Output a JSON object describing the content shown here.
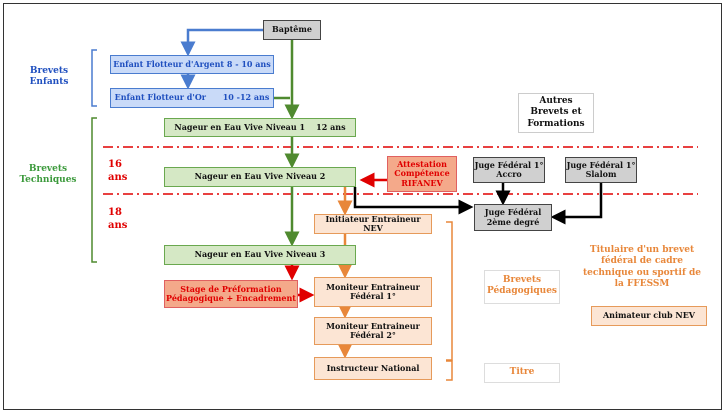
{
  "boxes": {
    "bapteme": "Baptême",
    "flotteur_argent": "Enfant Flotteur d'Argent 8 - 10 ans",
    "flotteur_or": "Enfant Flotteur d'Or      10 -12 ans",
    "nageur_1": "Nageur en Eau Vive Niveau 1    12 ans",
    "nageur_2": "Nageur en Eau Vive Niveau 2",
    "nageur_3": "Nageur en Eau Vive Niveau 3",
    "attestation": "Attestation Compétence RIFANEV",
    "juge_accro": "Juge Fédéral 1° Accro",
    "juge_slalom": "Juge Fédéral 1° Slalom",
    "juge_2eme": "Juge Fédéral 2ème degré",
    "initiateur": "Initiateur Entraineur NEV",
    "stage": "Stage de Préformation Pédagogique + Encadrement",
    "moniteur_1": "Moniteur Entraineur Fédéral 1°",
    "moniteur_2": "Moniteur Entraineur Fédéral 2°",
    "instructeur": "Instructeur National",
    "animateur": "Animateur club NEV"
  },
  "labels": {
    "brevets_enfants": "Brevets Enfants",
    "brevets_techniques": "Brevets Techniques",
    "age_16": "16 ans",
    "age_18": "18 ans",
    "autres": "Autres Brevets et Formations",
    "brevets_pedagogiques": "Brevets Pédagogiques",
    "titre": "Titre",
    "titulaire": "Titulaire d'un brevet fédéral de cadre technique ou sportif de la FFESSM"
  },
  "colors": {
    "blue": "#4a7ccf",
    "green": "#4f8a2f",
    "orange": "#e8873a",
    "red": "#e00000",
    "black": "#000000"
  }
}
